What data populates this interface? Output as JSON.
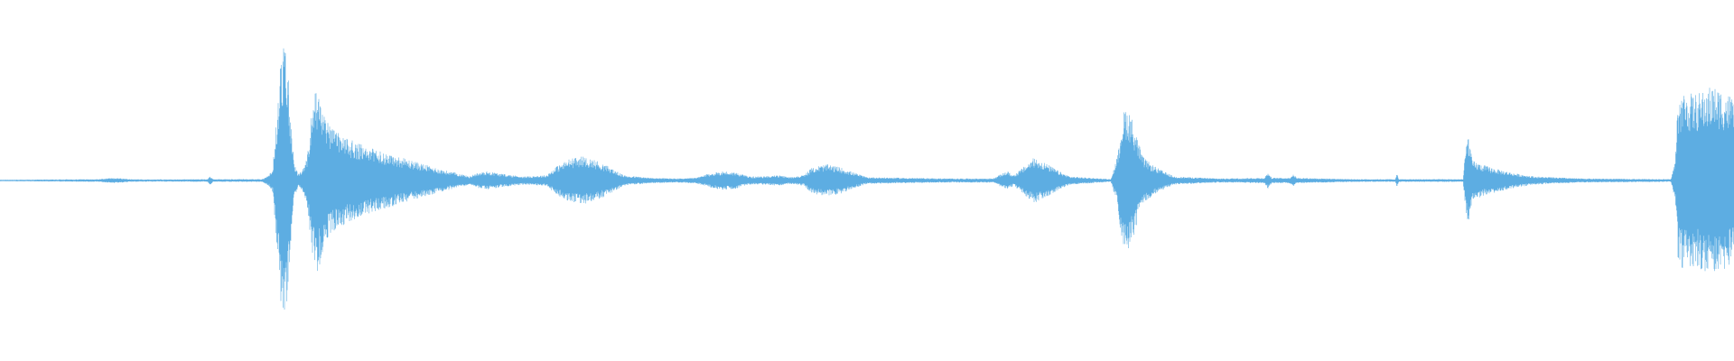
{
  "waveform": {
    "color": "#5dade2",
    "background": "#ffffff",
    "envelope": [
      [
        0,
        0.005
      ],
      [
        110,
        0.01
      ],
      [
        125,
        0.02
      ],
      [
        145,
        0.01
      ],
      [
        165,
        0.008
      ],
      [
        230,
        0.01
      ],
      [
        232,
        0.035
      ],
      [
        236,
        0.01
      ],
      [
        290,
        0.01
      ],
      [
        298,
        0.04
      ],
      [
        302,
        0.09
      ],
      [
        305,
        0.35
      ],
      [
        308,
        0.6
      ],
      [
        311,
        0.9
      ],
      [
        314,
        1.0
      ],
      [
        317,
        0.95
      ],
      [
        320,
        0.7
      ],
      [
        323,
        0.35
      ],
      [
        326,
        0.12
      ],
      [
        330,
        0.05
      ],
      [
        335,
        0.08
      ],
      [
        340,
        0.18
      ],
      [
        345,
        0.5
      ],
      [
        350,
        0.7
      ],
      [
        355,
        0.6
      ],
      [
        360,
        0.45
      ],
      [
        370,
        0.38
      ],
      [
        380,
        0.33
      ],
      [
        395,
        0.28
      ],
      [
        410,
        0.24
      ],
      [
        430,
        0.2
      ],
      [
        450,
        0.16
      ],
      [
        470,
        0.12
      ],
      [
        490,
        0.08
      ],
      [
        510,
        0.05
      ],
      [
        520,
        0.03
      ],
      [
        525,
        0.05
      ],
      [
        540,
        0.07
      ],
      [
        555,
        0.05
      ],
      [
        580,
        0.03
      ],
      [
        605,
        0.04
      ],
      [
        615,
        0.1
      ],
      [
        630,
        0.16
      ],
      [
        645,
        0.18
      ],
      [
        660,
        0.15
      ],
      [
        675,
        0.1
      ],
      [
        690,
        0.04
      ],
      [
        720,
        0.02
      ],
      [
        750,
        0.015
      ],
      [
        770,
        0.02
      ],
      [
        785,
        0.05
      ],
      [
        800,
        0.07
      ],
      [
        815,
        0.06
      ],
      [
        830,
        0.03
      ],
      [
        845,
        0.03
      ],
      [
        860,
        0.04
      ],
      [
        875,
        0.025
      ],
      [
        890,
        0.04
      ],
      [
        900,
        0.1
      ],
      [
        915,
        0.12
      ],
      [
        930,
        0.1
      ],
      [
        945,
        0.06
      ],
      [
        960,
        0.025
      ],
      [
        1000,
        0.02
      ],
      [
        1050,
        0.015
      ],
      [
        1100,
        0.015
      ],
      [
        1105,
        0.035
      ],
      [
        1115,
        0.07
      ],
      [
        1122,
        0.04
      ],
      [
        1128,
        0.07
      ],
      [
        1135,
        0.11
      ],
      [
        1145,
        0.17
      ],
      [
        1155,
        0.14
      ],
      [
        1165,
        0.1
      ],
      [
        1175,
        0.06
      ],
      [
        1185,
        0.03
      ],
      [
        1230,
        0.01
      ],
      [
        1238,
        0.2
      ],
      [
        1242,
        0.45
      ],
      [
        1246,
        0.55
      ],
      [
        1252,
        0.5
      ],
      [
        1258,
        0.35
      ],
      [
        1265,
        0.18
      ],
      [
        1275,
        0.12
      ],
      [
        1285,
        0.08
      ],
      [
        1300,
        0.03
      ],
      [
        1350,
        0.015
      ],
      [
        1400,
        0.02
      ],
      [
        1404,
        0.06
      ],
      [
        1408,
        0.02
      ],
      [
        1428,
        0.02
      ],
      [
        1432,
        0.05
      ],
      [
        1436,
        0.02
      ],
      [
        1500,
        0.01
      ],
      [
        1545,
        0.01
      ],
      [
        1547,
        0.05
      ],
      [
        1549,
        0.01
      ],
      [
        1620,
        0.01
      ],
      [
        1623,
        0.25
      ],
      [
        1626,
        0.35
      ],
      [
        1630,
        0.15
      ],
      [
        1640,
        0.12
      ],
      [
        1660,
        0.08
      ],
      [
        1680,
        0.05
      ],
      [
        1700,
        0.03
      ],
      [
        1750,
        0.015
      ],
      [
        1850,
        0.01
      ],
      [
        1855,
        0.15
      ],
      [
        1858,
        0.62
      ],
      [
        1865,
        0.66
      ],
      [
        1875,
        0.64
      ],
      [
        1885,
        0.66
      ],
      [
        1895,
        0.7
      ],
      [
        1905,
        0.68
      ],
      [
        1915,
        0.64
      ],
      [
        1920,
        0.62
      ]
    ]
  }
}
